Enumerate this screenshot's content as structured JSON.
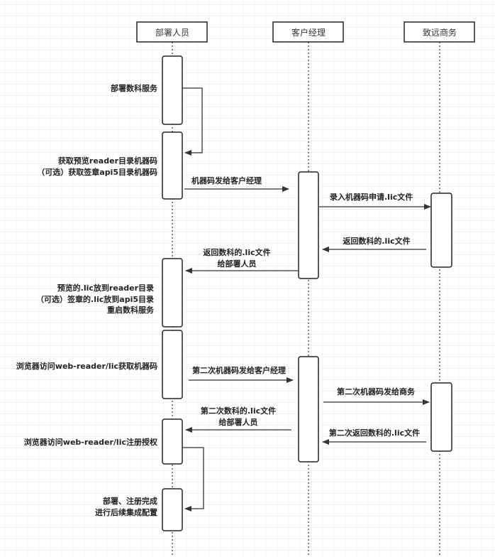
{
  "participants": [
    "部署人员",
    "客户经理",
    "致远商务"
  ],
  "notes": {
    "deploy_service": "部署数科服务",
    "get_code_1": "获取预览reader目录机器码",
    "get_code_2": "（可选）获取签章api5目录机器码",
    "place_1": "预览的.lic放到reader目录",
    "place_2": "（可选）签章的.lic放到api5目录",
    "place_3": "重启数科服务",
    "browser_get": "浏览器访问web-reader/lic获取机器码",
    "browser_register": "浏览器访问web-reader/lic注册授权",
    "done_1": "部署、注册完成",
    "done_2": "进行后续集成配置"
  },
  "messages": {
    "m1": "机器码发给客户经理",
    "m2": "录入机器码申请.lic文件",
    "m3": "返回数科的.lic文件",
    "m4a": "返回数科的.lic文件",
    "m4b": "给部署人员",
    "m5": "第二次机器码发给客户经理",
    "m6": "第二次机器码发给商务",
    "m7a": "第二次数科的.lic文件",
    "m7b": "给部署人员",
    "m8": "第二次返回数科的.lic文件"
  }
}
